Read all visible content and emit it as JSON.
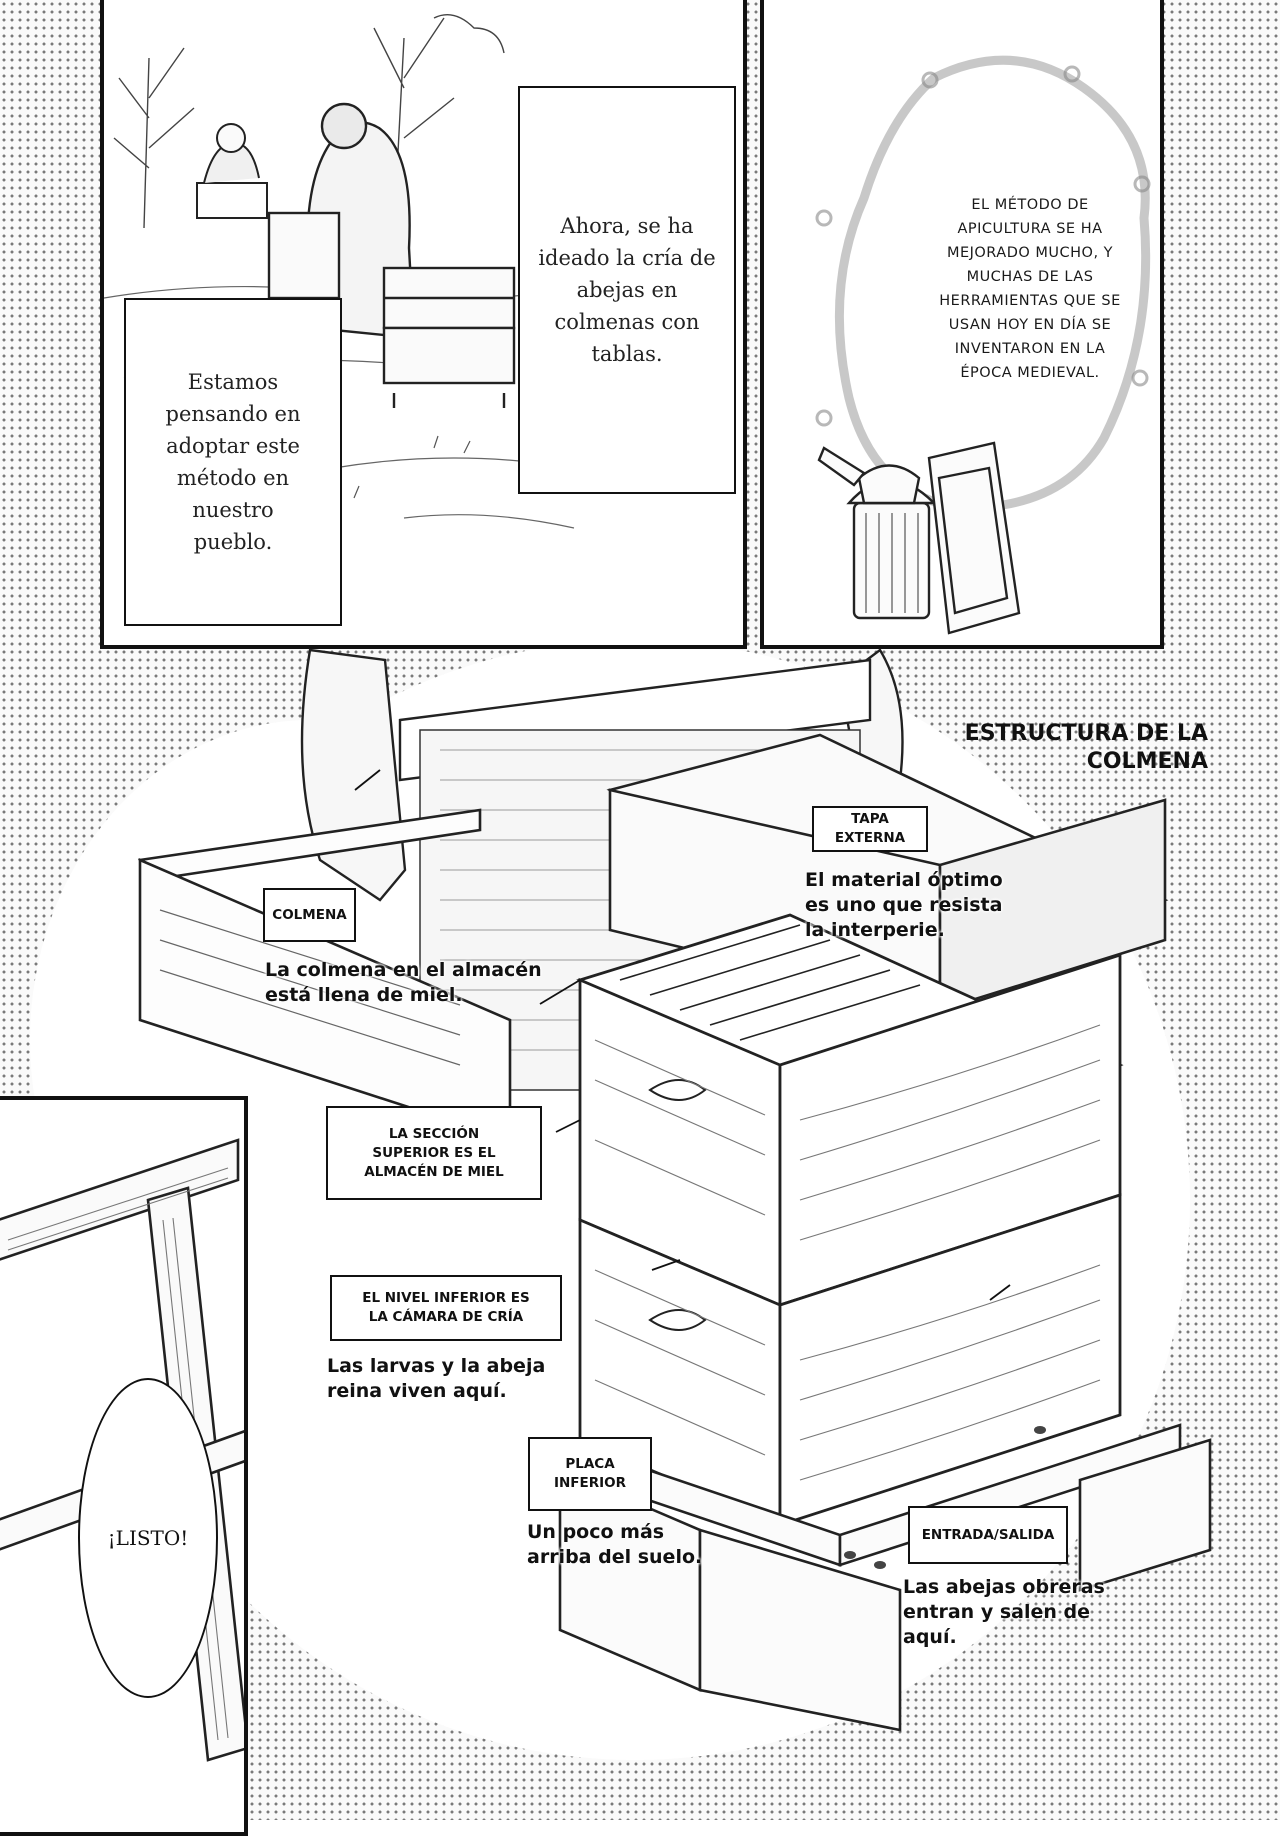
{
  "panel_top_left": {
    "narration_1": "Ahora, se ha\nideado la cría de\nabejas en\ncolmenas con\ntablas.",
    "narration_2": "Estamos\npensando en\nadoptar este\nmétodo en\nnuestro\npueblo."
  },
  "panel_top_right": {
    "thought": "EL MÉTODO DE\nAPICULTURA SE HA\nMEJORADO MUCHO, Y\nMUCHAS DE LAS\nHERRAMIENTAS QUE SE\nUSAN HOY EN DÍA SE\nINVENTARON EN LA\nÉPOCA MEDIEVAL."
  },
  "diagram": {
    "title": "ESTRUCTURA DE LA\nCOLMENA",
    "labels": {
      "tapa_externa": {
        "tag": "TAPA EXTERNA",
        "desc": "El material óptimo\nes uno que resista\nla interperie."
      },
      "colmena": {
        "tag": "COLMENA",
        "desc": "La colmena en el almacén\nestá llena de miel."
      },
      "seccion_superior": {
        "tag": "LA SECCIÓN\nSUPERIOR ES EL\nALMACÉN DE MIEL"
      },
      "nivel_inferior": {
        "tag": "EL NIVEL INFERIOR ES\nLA CÁMARA DE CRÍA",
        "desc": "Las larvas y la abeja\nreina viven aquí."
      },
      "placa_inferior": {
        "tag": "PLACA\nINFERIOR",
        "desc": "Un poco más\narriba del suelo."
      },
      "entrada_salida": {
        "tag": "ENTRADA/SALIDA",
        "desc": "Las abejas obreras\nentran y salen de\naquí."
      }
    }
  },
  "panel_bottom_left": {
    "speech": "¡LISTO!"
  }
}
